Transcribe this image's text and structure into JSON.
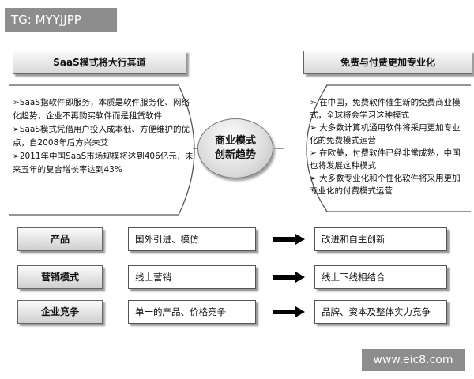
{
  "tag": "TG: MYYJJPP",
  "watermark": "www.eic8.com",
  "left_header": "SaaS模式将大行其道",
  "right_header": "免费与付费更加专业化",
  "center": [
    "商业模式",
    "创新趋势"
  ],
  "left_bullets": [
    "SaaS指软件即服务，本质是软件服务化、网络化趋势，企业不再购买软件而是租赁软件",
    "SaaS模式凭借用户投入成本低、方便维护的优点，自2008年后方兴未艾",
    "2011年中国SaaS市场规模将达到406亿元，未来五年的复合增长率达到43%"
  ],
  "right_bullets": [
    "在中国，免费软件催生新的免费商业模式，全球将会学习这种模式",
    "大多数计算机通用软件将采用更加专业化的免费模式运营",
    "在欧美，付费软件已经非常成熟，中国也将发展这种模式",
    "大多数专业化和个性化软件将采用更加专业化的付费模式运营"
  ],
  "rows": [
    {
      "label": "产品",
      "from": "国外引进、模仿",
      "to": "改进和自主创新"
    },
    {
      "label": "营销模式",
      "from": "线上营销",
      "to": "线上下线相结合"
    },
    {
      "label": "企业竞争",
      "from": "单一的产品、价格竞争",
      "to": "品牌、资本及整体实力竞争"
    }
  ],
  "colors": {
    "header_fill": "#d8d8d8",
    "tag_fill": "#8d8d8d",
    "arrow": "#000000"
  }
}
